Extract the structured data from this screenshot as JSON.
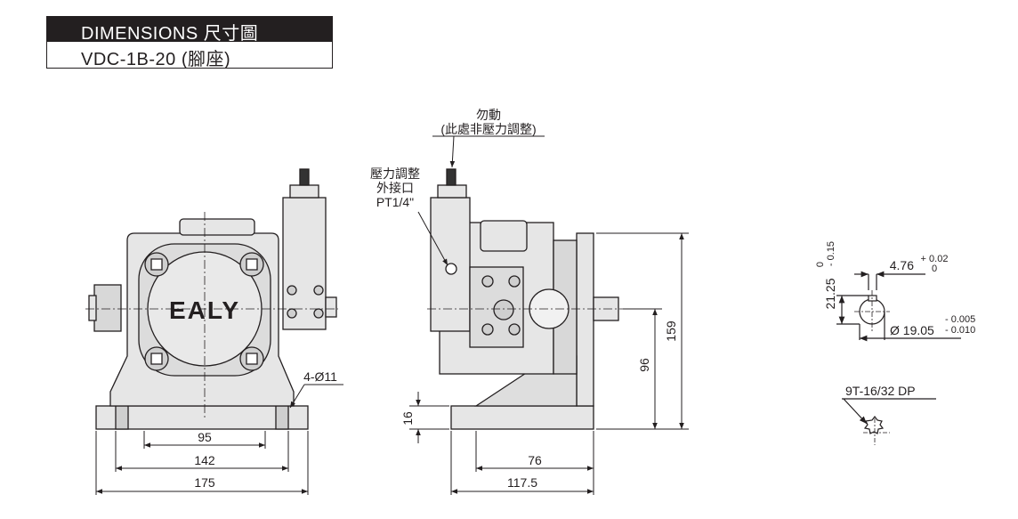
{
  "header": {
    "title": "DIMENSIONS  尺寸圖",
    "model": "VDC-1B-20     (腳座)"
  },
  "brand": {
    "logo_text": "EALY"
  },
  "front_view": {
    "hole_label": "4-Ø11",
    "dim_95": "95",
    "dim_142": "142",
    "dim_175": "175"
  },
  "side_view": {
    "warning_line1": "勿動",
    "warning_line2": "(此處非壓力調整)",
    "port_line1": "壓力調整",
    "port_line2": "外接口",
    "port_line3": "PT1/4\"",
    "dim_16": "16",
    "dim_96": "96",
    "dim_159": "159",
    "dim_76": "76",
    "dim_117_5": "117.5"
  },
  "shaft_detail": {
    "key_width": "4.76",
    "key_tol_upper": "+ 0.02",
    "key_tol_lower": "0",
    "key_height": "21.25",
    "key_height_tol": "0\n- 0.15",
    "key_height_tol_upper": "0",
    "key_height_tol_lower": "- 0.15",
    "diameter": "Ø 19.05",
    "dia_tol_upper": "- 0.005",
    "dia_tol_lower": "- 0.010"
  },
  "spline_detail": {
    "label": "9T-16/32  DP"
  },
  "colors": {
    "line": "#231f20",
    "fill": "#e6e6e6",
    "dark_fill": "#c8c8c8",
    "header_bg": "#231f20"
  }
}
